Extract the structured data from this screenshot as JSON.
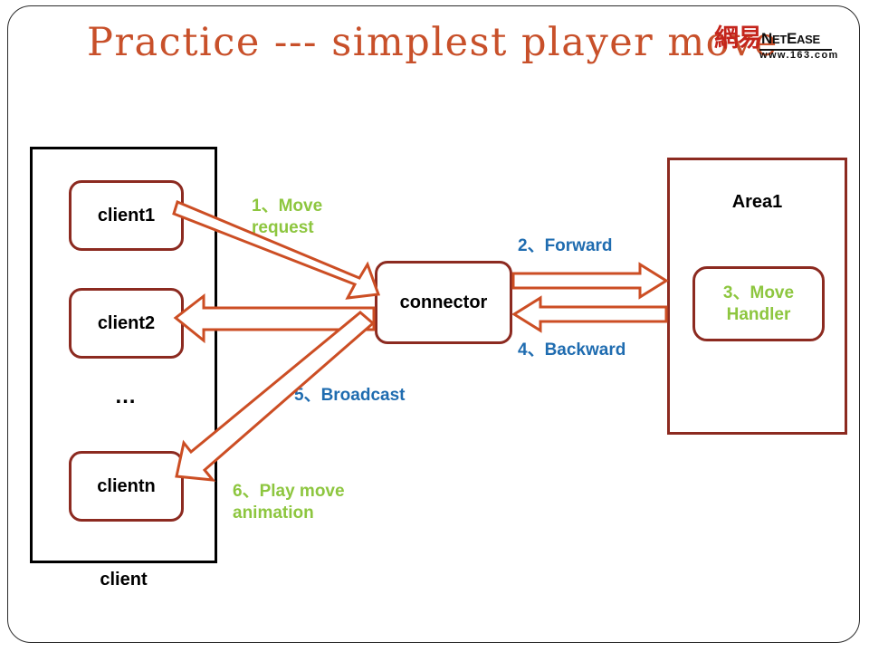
{
  "slide": {
    "title": "Practice --- simplest player move",
    "background_color": "#ffffff",
    "frame_color": "#2b2b2b",
    "title_color": "#C8502A"
  },
  "logo": {
    "name": "netease-logo",
    "cn_text": "網易",
    "en_text_big": "N",
    "en_text_rest": "ET",
    "en_text_e2": "E",
    "en_text_rest2": "ASE",
    "en_full": "NETEASE",
    "url": "www.163.com",
    "cn_color": "#C4241B",
    "en_color": "#111111"
  },
  "client_group": {
    "label": "client",
    "border_color": "#000000",
    "nodes": [
      {
        "id": "client1",
        "label": "client1"
      },
      {
        "id": "client2",
        "label": "client2"
      },
      {
        "id": "clientn",
        "label": "clientn"
      }
    ],
    "ellipsis": "…"
  },
  "connector": {
    "label": "connector",
    "border_color": "#8C2A20"
  },
  "area": {
    "label": "Area1",
    "border_color": "#8C2A20",
    "handler": {
      "label": "3、Move\nHandler",
      "text_color": "#8DC63F"
    }
  },
  "steps": [
    {
      "id": "step-1",
      "label": "1、Move\nrequest",
      "color": "#8DC63F",
      "color_name": "green"
    },
    {
      "id": "step-2",
      "label": "2、Forward",
      "color": "#1F6CB0",
      "color_name": "blue"
    },
    {
      "id": "step-4",
      "label": "4、Backward",
      "color": "#1F6CB0",
      "color_name": "blue"
    },
    {
      "id": "step-5",
      "label": "5、Broadcast",
      "color": "#1F6CB0",
      "color_name": "blue"
    },
    {
      "id": "step-6",
      "label": "6、Play move\nanimation",
      "color": "#8DC63F",
      "color_name": "green"
    }
  ],
  "arrows": {
    "stroke_color": "#CC4E24",
    "fill_color": "#ffffff",
    "items": [
      {
        "name": "arrow-client1-to-connector",
        "from": "client1",
        "to": "connector",
        "direction": "right-down"
      },
      {
        "name": "arrow-connector-to-client2",
        "from": "connector",
        "to": "client2",
        "direction": "left"
      },
      {
        "name": "arrow-connector-to-clientn",
        "from": "connector",
        "to": "clientn",
        "direction": "left-down"
      },
      {
        "name": "arrow-connector-to-area1-forward",
        "from": "connector",
        "to": "area1",
        "direction": "right"
      },
      {
        "name": "arrow-area1-to-connector-backward",
        "from": "area1",
        "to": "connector",
        "direction": "left"
      }
    ]
  }
}
